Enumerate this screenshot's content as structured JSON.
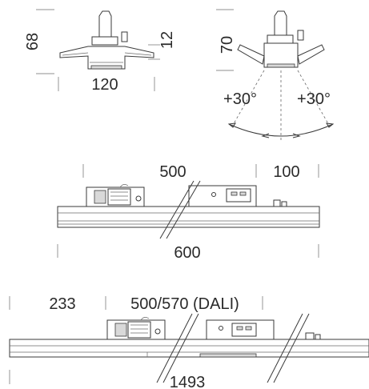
{
  "front_view": {
    "height_label": "68",
    "side_label": "12",
    "width_label": "120"
  },
  "tilt_view": {
    "height_label": "70",
    "tilt_left": "+30°",
    "tilt_right": "+30°"
  },
  "short_module": {
    "driver_length": "500",
    "end_length": "100",
    "total_length": "600"
  },
  "long_module": {
    "end_length": "233",
    "driver_length": "500/570 (DALI)",
    "total_length": "1493"
  }
}
